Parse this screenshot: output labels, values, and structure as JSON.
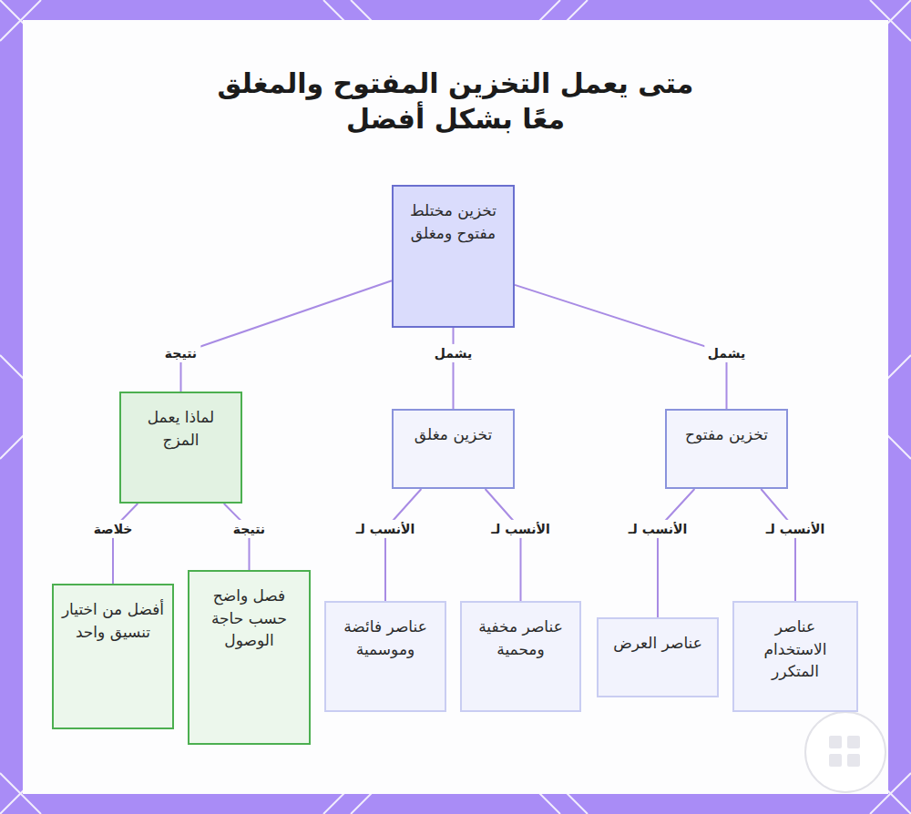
{
  "diagram": {
    "title": "متى يعمل التخزين المفتوح والمغلق معًا بشكل أفضل",
    "nodes": [
      {
        "text": [
          "تخزين مختلط مفتوح ومغلق"
        ]
      },
      {
        "text": [
          "تخزين مفتوح"
        ]
      },
      {
        "text": [
          "تخزين مغلق"
        ]
      },
      {
        "text": [
          "لماذا يعمل المزج"
        ]
      },
      {
        "text": [
          "عناصر الاستخدام المتكرر"
        ]
      },
      {
        "text": [
          "عناصر العرض"
        ]
      },
      {
        "text": [
          "عناصر مخفية ومحمية"
        ]
      },
      {
        "text": [
          "عناصر فائضة وموسمية"
        ]
      },
      {
        "text": [
          "فصل واضح حسب حاجة الوصول"
        ]
      },
      {
        "text": [
          "أفضل من اختيار تنسيق واحد"
        ]
      }
    ],
    "edges": [
      {
        "from": 0,
        "to": 1,
        "label": "يشمل",
        "arrow": "none"
      },
      {
        "from": 0,
        "to": 2,
        "label": "يشمل",
        "arrow": "none"
      },
      {
        "from": 0,
        "to": 3,
        "label": "نتيجة",
        "arrow": "none"
      },
      {
        "from": 1,
        "to": 4,
        "label": "الأنسب لـ",
        "arrow": "none"
      },
      {
        "from": 1,
        "to": 5,
        "label": "الأنسب لـ",
        "arrow": "none"
      },
      {
        "from": 2,
        "to": 6,
        "label": "الأنسب لـ",
        "arrow": "none"
      },
      {
        "from": 2,
        "to": 7,
        "label": "الأنسب لـ",
        "arrow": "none"
      },
      {
        "from": 3,
        "to": 8,
        "label": "نتيجة",
        "arrow": "none"
      },
      {
        "from": 3,
        "to": 9,
        "label": "خلاصة",
        "arrow": "none"
      }
    ]
  }
}
